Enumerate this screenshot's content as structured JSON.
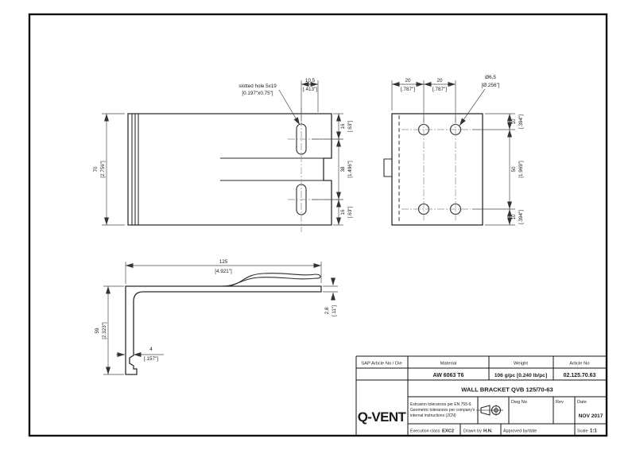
{
  "ink": "#1a1a1a",
  "top_view": {
    "slot_note_line1": "slotted hole 5x19",
    "slot_note_line2": "[0.197\"x0.75\"]",
    "dim_10_5": {
      "mm": "10,5",
      "inch": "[.413\"]"
    },
    "dim_70": {
      "mm": "70",
      "inch": "[2.756\"]"
    },
    "dim_16_top": {
      "mm": "16",
      "inch": "[.63\"]"
    },
    "dim_38": {
      "mm": "38",
      "inch": "[1.496\"]"
    },
    "dim_16_bottom": {
      "mm": "16",
      "inch": "[.63\"]"
    }
  },
  "back_view": {
    "dim_20_left": {
      "mm": "20",
      "inch": "[.787\"]"
    },
    "dim_20_right": {
      "mm": "20",
      "inch": "[.787\"]"
    },
    "dim_dia": {
      "mm": "Ø6,5",
      "inch": "[Ø.256\"]"
    },
    "dim_10_top": {
      "mm": "10",
      "inch": "[.394\"]"
    },
    "dim_50": {
      "mm": "50",
      "inch": "[1.969\"]"
    },
    "dim_10_bottom": {
      "mm": "10",
      "inch": "[.394\"]"
    }
  },
  "side_view": {
    "dim_125": {
      "mm": "125",
      "inch": "[4.921\"]"
    },
    "dim_59": {
      "mm": "59",
      "inch": "[2.323\"]"
    },
    "dim_4": {
      "mm": "4",
      "inch": "[.157\"]"
    },
    "dim_2_8": {
      "mm": "2,8",
      "inch": "[.11\"]"
    }
  },
  "title_block": {
    "headers": {
      "sap": "SAP Article No / Die",
      "material": "Material",
      "weight": "Weight",
      "article": "Article No"
    },
    "values": {
      "material": "AW 6063 T6",
      "weight": "106 g/pc [0.240 lb/pc]",
      "article": "02.125.70.63"
    },
    "drawing_title": "WALL BRACKET QVB 125/70-63",
    "logo": "Q-VENT",
    "tolerances": {
      "line1": "Extrusion tolerances per EN 755-9.",
      "line2": "Geometric tolerances per company's",
      "line3": "internal instructions (JCN)"
    },
    "dwg_no_label": "Dwg No",
    "rev_label": "Rev",
    "date_label": "Date",
    "date_value": "NOV 2017",
    "execution_label": "Execution class",
    "execution_value": "EXC2",
    "drawn_label": "Drawn by",
    "drawn_value": "H.N.",
    "approved_label": "Approved by/date",
    "scale_label": "Scale",
    "scale_value": "1:1"
  }
}
